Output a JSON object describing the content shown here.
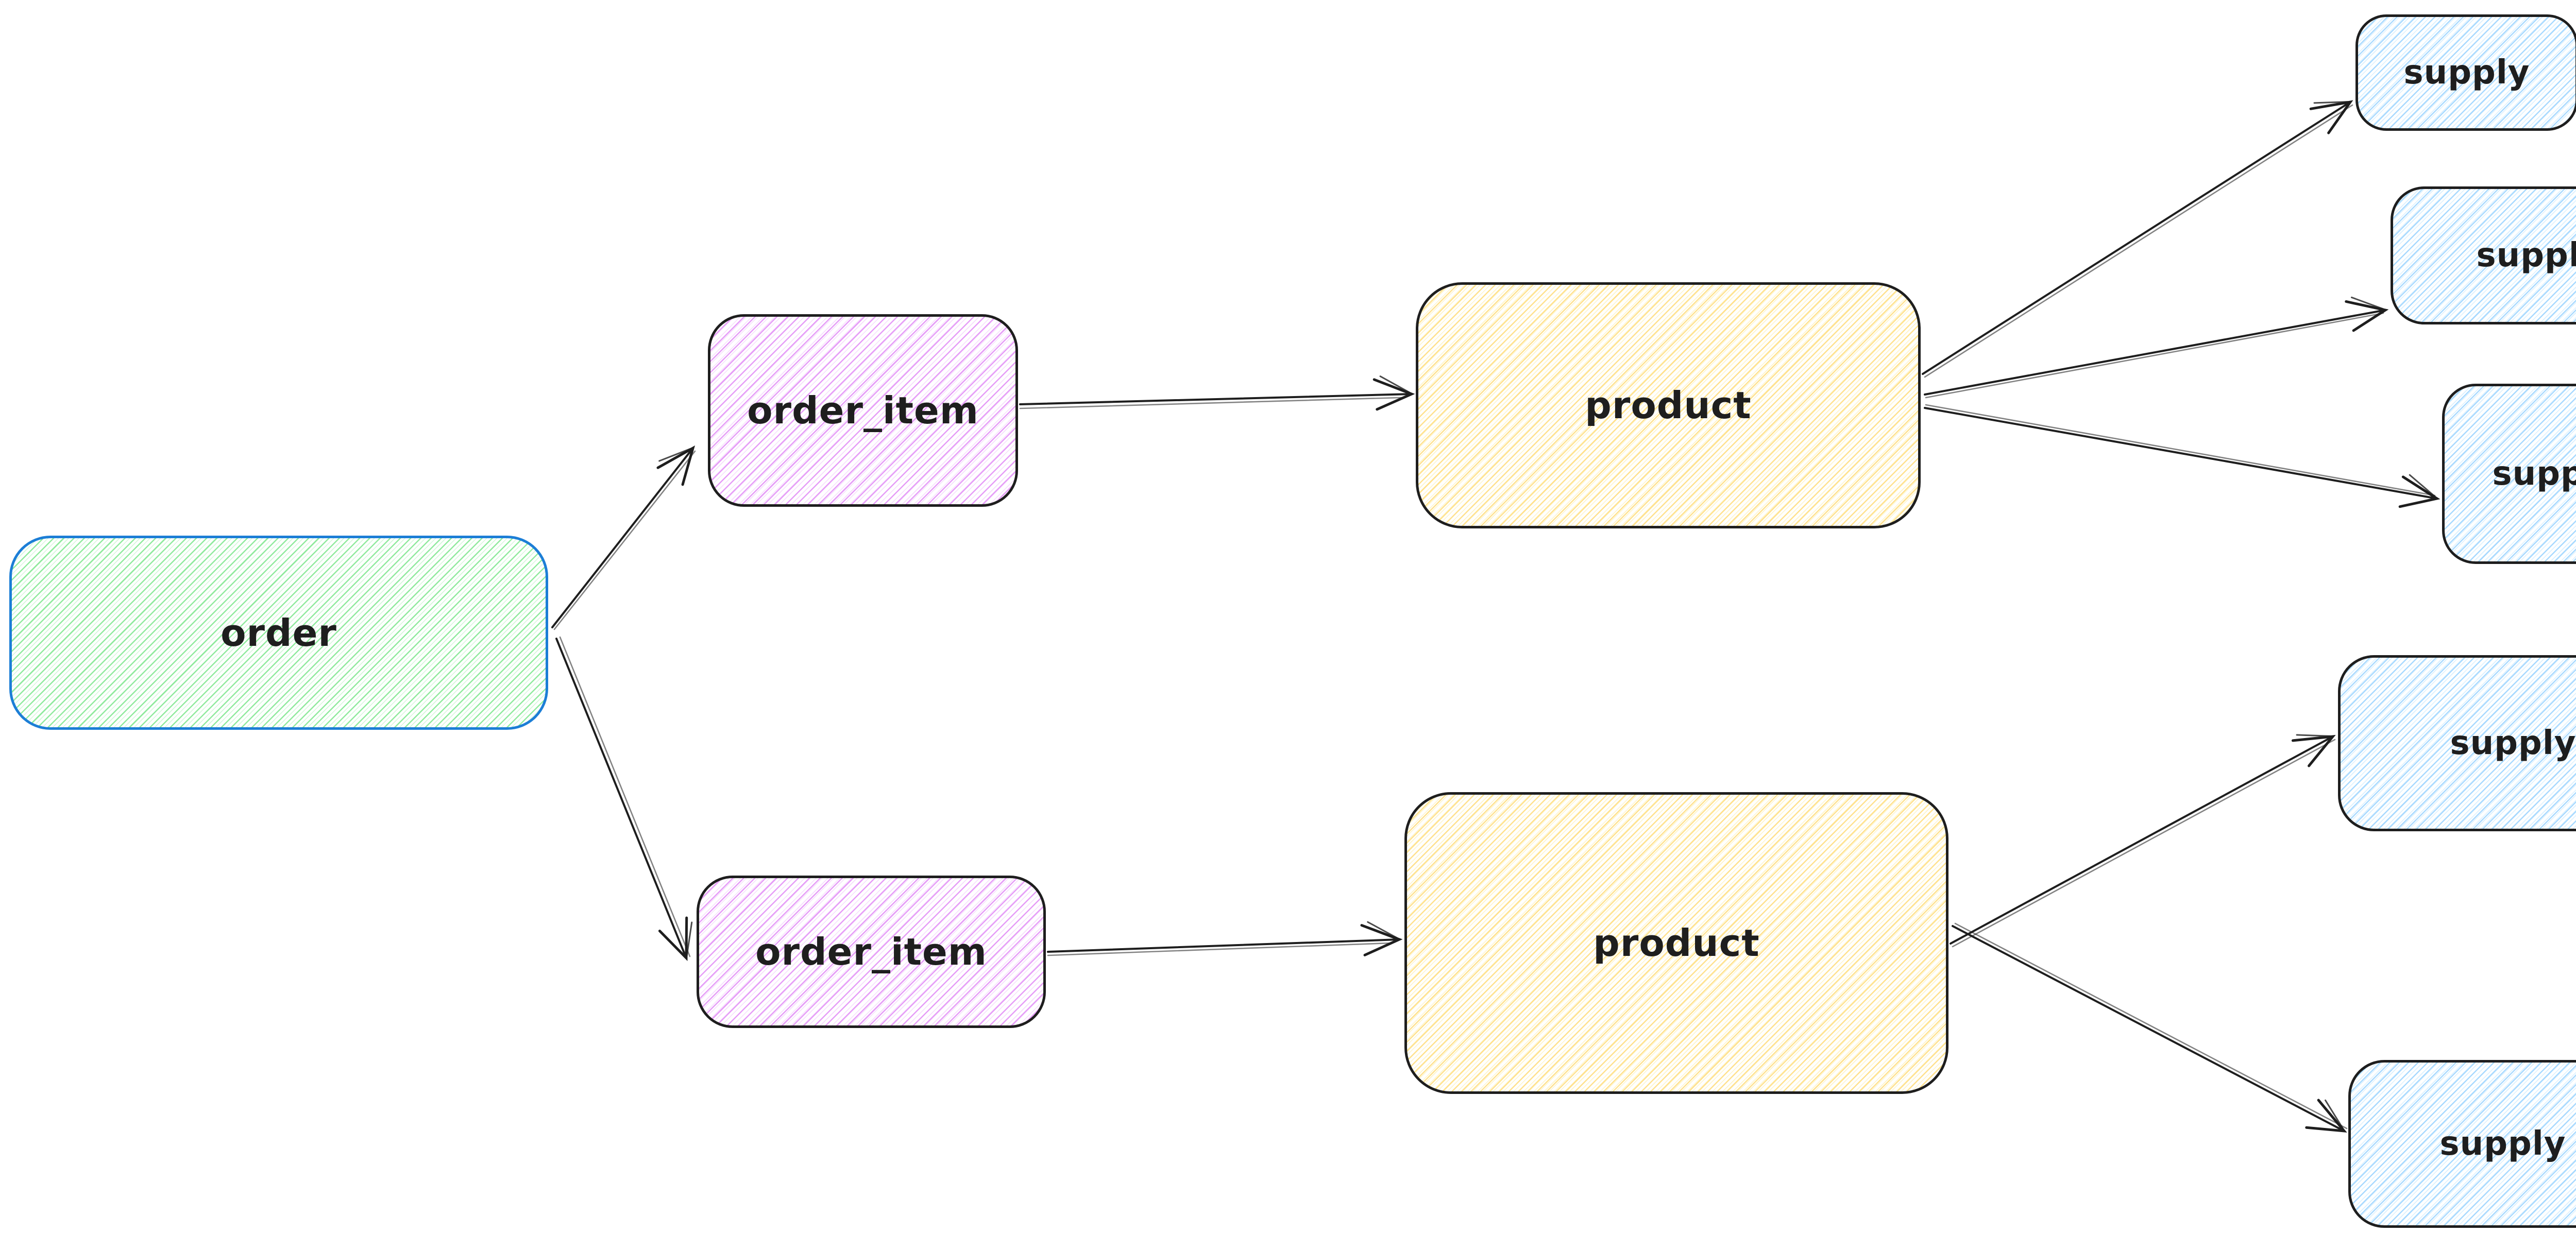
{
  "diagram": {
    "background_color": "#ffffff",
    "edge_color": "#1e1e1e",
    "nodes": {
      "order": {
        "label": "order",
        "stroke_color": "#1c7ed6",
        "fill_color": "#8ce99a",
        "fill_style": "hachure"
      },
      "order_item_top": {
        "label": "order_item",
        "stroke_color": "#1e1e1e",
        "fill_color": "#e599f7",
        "fill_style": "hachure"
      },
      "order_item_bottom": {
        "label": "order_item",
        "stroke_color": "#1e1e1e",
        "fill_color": "#e599f7",
        "fill_style": "hachure"
      },
      "product_top": {
        "label": "product",
        "stroke_color": "#1e1e1e",
        "fill_color": "#ffe08a",
        "fill_style": "hachure"
      },
      "product_bottom": {
        "label": "product",
        "stroke_color": "#1e1e1e",
        "fill_color": "#ffe08a",
        "fill_style": "hachure"
      },
      "supply_top_1": {
        "label": "supply",
        "stroke_color": "#1e1e1e",
        "fill_color": "#a5d8ff",
        "fill_style": "hachure"
      },
      "supply_top_2": {
        "label": "supply",
        "stroke_color": "#1e1e1e",
        "fill_color": "#a5d8ff",
        "fill_style": "hachure"
      },
      "supply_top_3": {
        "label": "supply",
        "stroke_color": "#1e1e1e",
        "fill_color": "#a5d8ff",
        "fill_style": "hachure"
      },
      "supply_bottom_1": {
        "label": "supply",
        "stroke_color": "#1e1e1e",
        "fill_color": "#a5d8ff",
        "fill_style": "hachure"
      },
      "supply_bottom_2": {
        "label": "supply",
        "stroke_color": "#1e1e1e",
        "fill_color": "#a5d8ff",
        "fill_style": "hachure"
      }
    },
    "edges": [
      {
        "from": "order",
        "to": "order_item_top",
        "arrowhead": "open"
      },
      {
        "from": "order",
        "to": "order_item_bottom",
        "arrowhead": "open"
      },
      {
        "from": "order_item_top",
        "to": "product_top",
        "arrowhead": "open"
      },
      {
        "from": "order_item_bottom",
        "to": "product_bottom",
        "arrowhead": "open"
      },
      {
        "from": "product_top",
        "to": "supply_top_1",
        "arrowhead": "open"
      },
      {
        "from": "product_top",
        "to": "supply_top_2",
        "arrowhead": "open"
      },
      {
        "from": "product_top",
        "to": "supply_top_3",
        "arrowhead": "open"
      },
      {
        "from": "product_bottom",
        "to": "supply_bottom_1",
        "arrowhead": "open"
      },
      {
        "from": "product_bottom",
        "to": "supply_bottom_2",
        "arrowhead": "open"
      }
    ]
  }
}
